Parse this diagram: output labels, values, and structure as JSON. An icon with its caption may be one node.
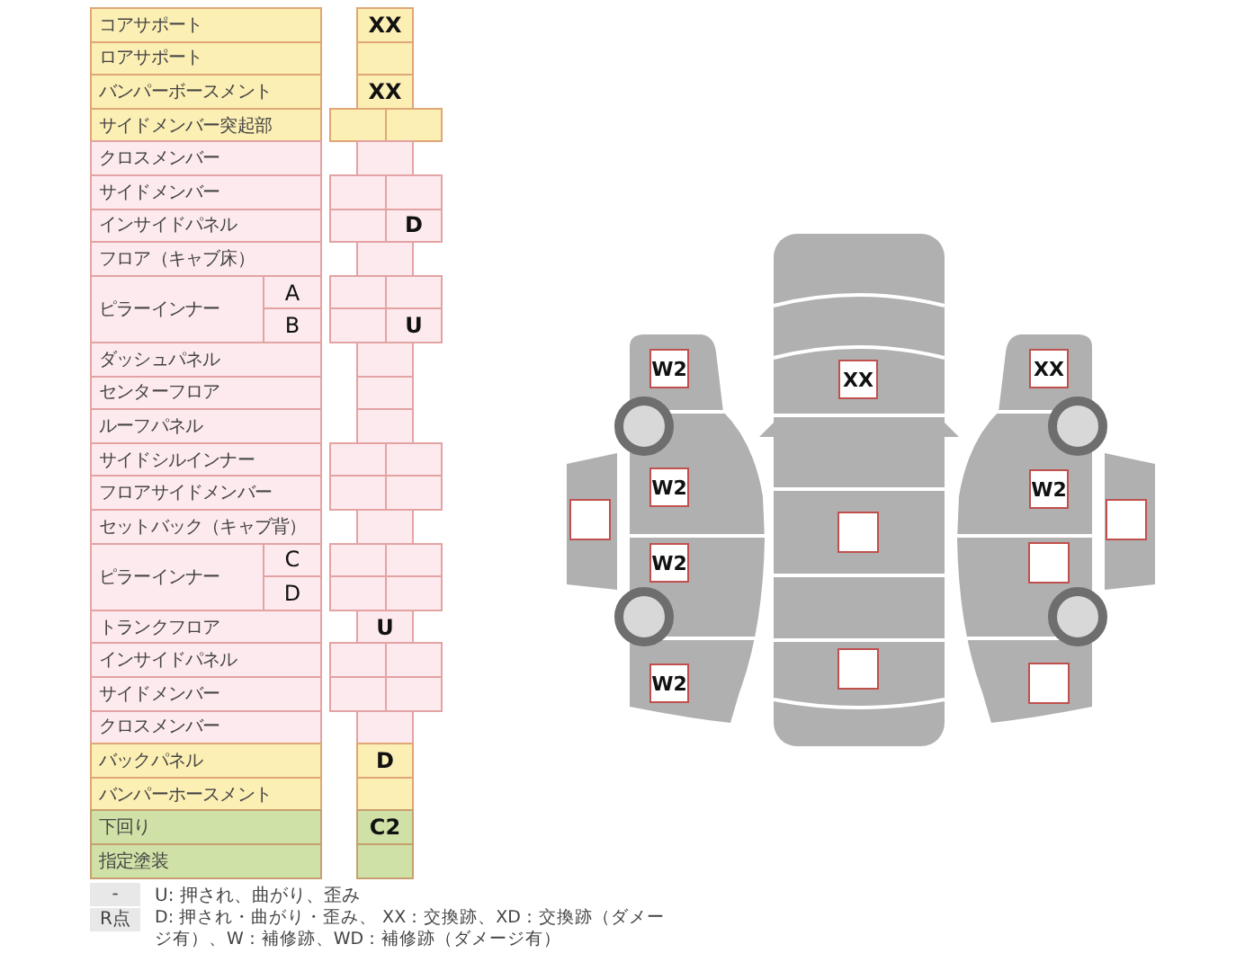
{
  "diagram": {
    "labels": [
      "コアサポート",
      "XX",
      "ロアサポート",
      "バンパーボースメント",
      "XX",
      "サイドメンバー突起部",
      "クロスメンバー",
      "サイドメンバー",
      "インサイドパネル",
      "D",
      "フロア（キャブ床）",
      "ピラーインナー",
      "A",
      "B",
      "U",
      "ダッシュパネル",
      "センターフロア",
      "ルーフパネル",
      "サイドシルインナー",
      "フロアサイドメンバー",
      "セットバック（キャブ背）",
      "ピラーインナー",
      "C",
      "D",
      "トランクフロア",
      "U",
      "インサイドパネル",
      "サイドメンバー",
      "クロスメンバー",
      "バックパネル",
      "D",
      "バンパーホースメント",
      "下回り",
      "C2",
      "指定塗装",
      "-",
      "U: 押され、曲がり、歪み",
      "R点",
      "D: 押され・曲がり・歪み、 XX：交換跡、XD：交換跡（ダメージ有）、W：補修跡、WD：補修跡（ダメージ有）",
      "W2",
      "XX",
      "XX",
      "W2",
      "W2",
      "W2",
      "W2"
    ]
  }
}
